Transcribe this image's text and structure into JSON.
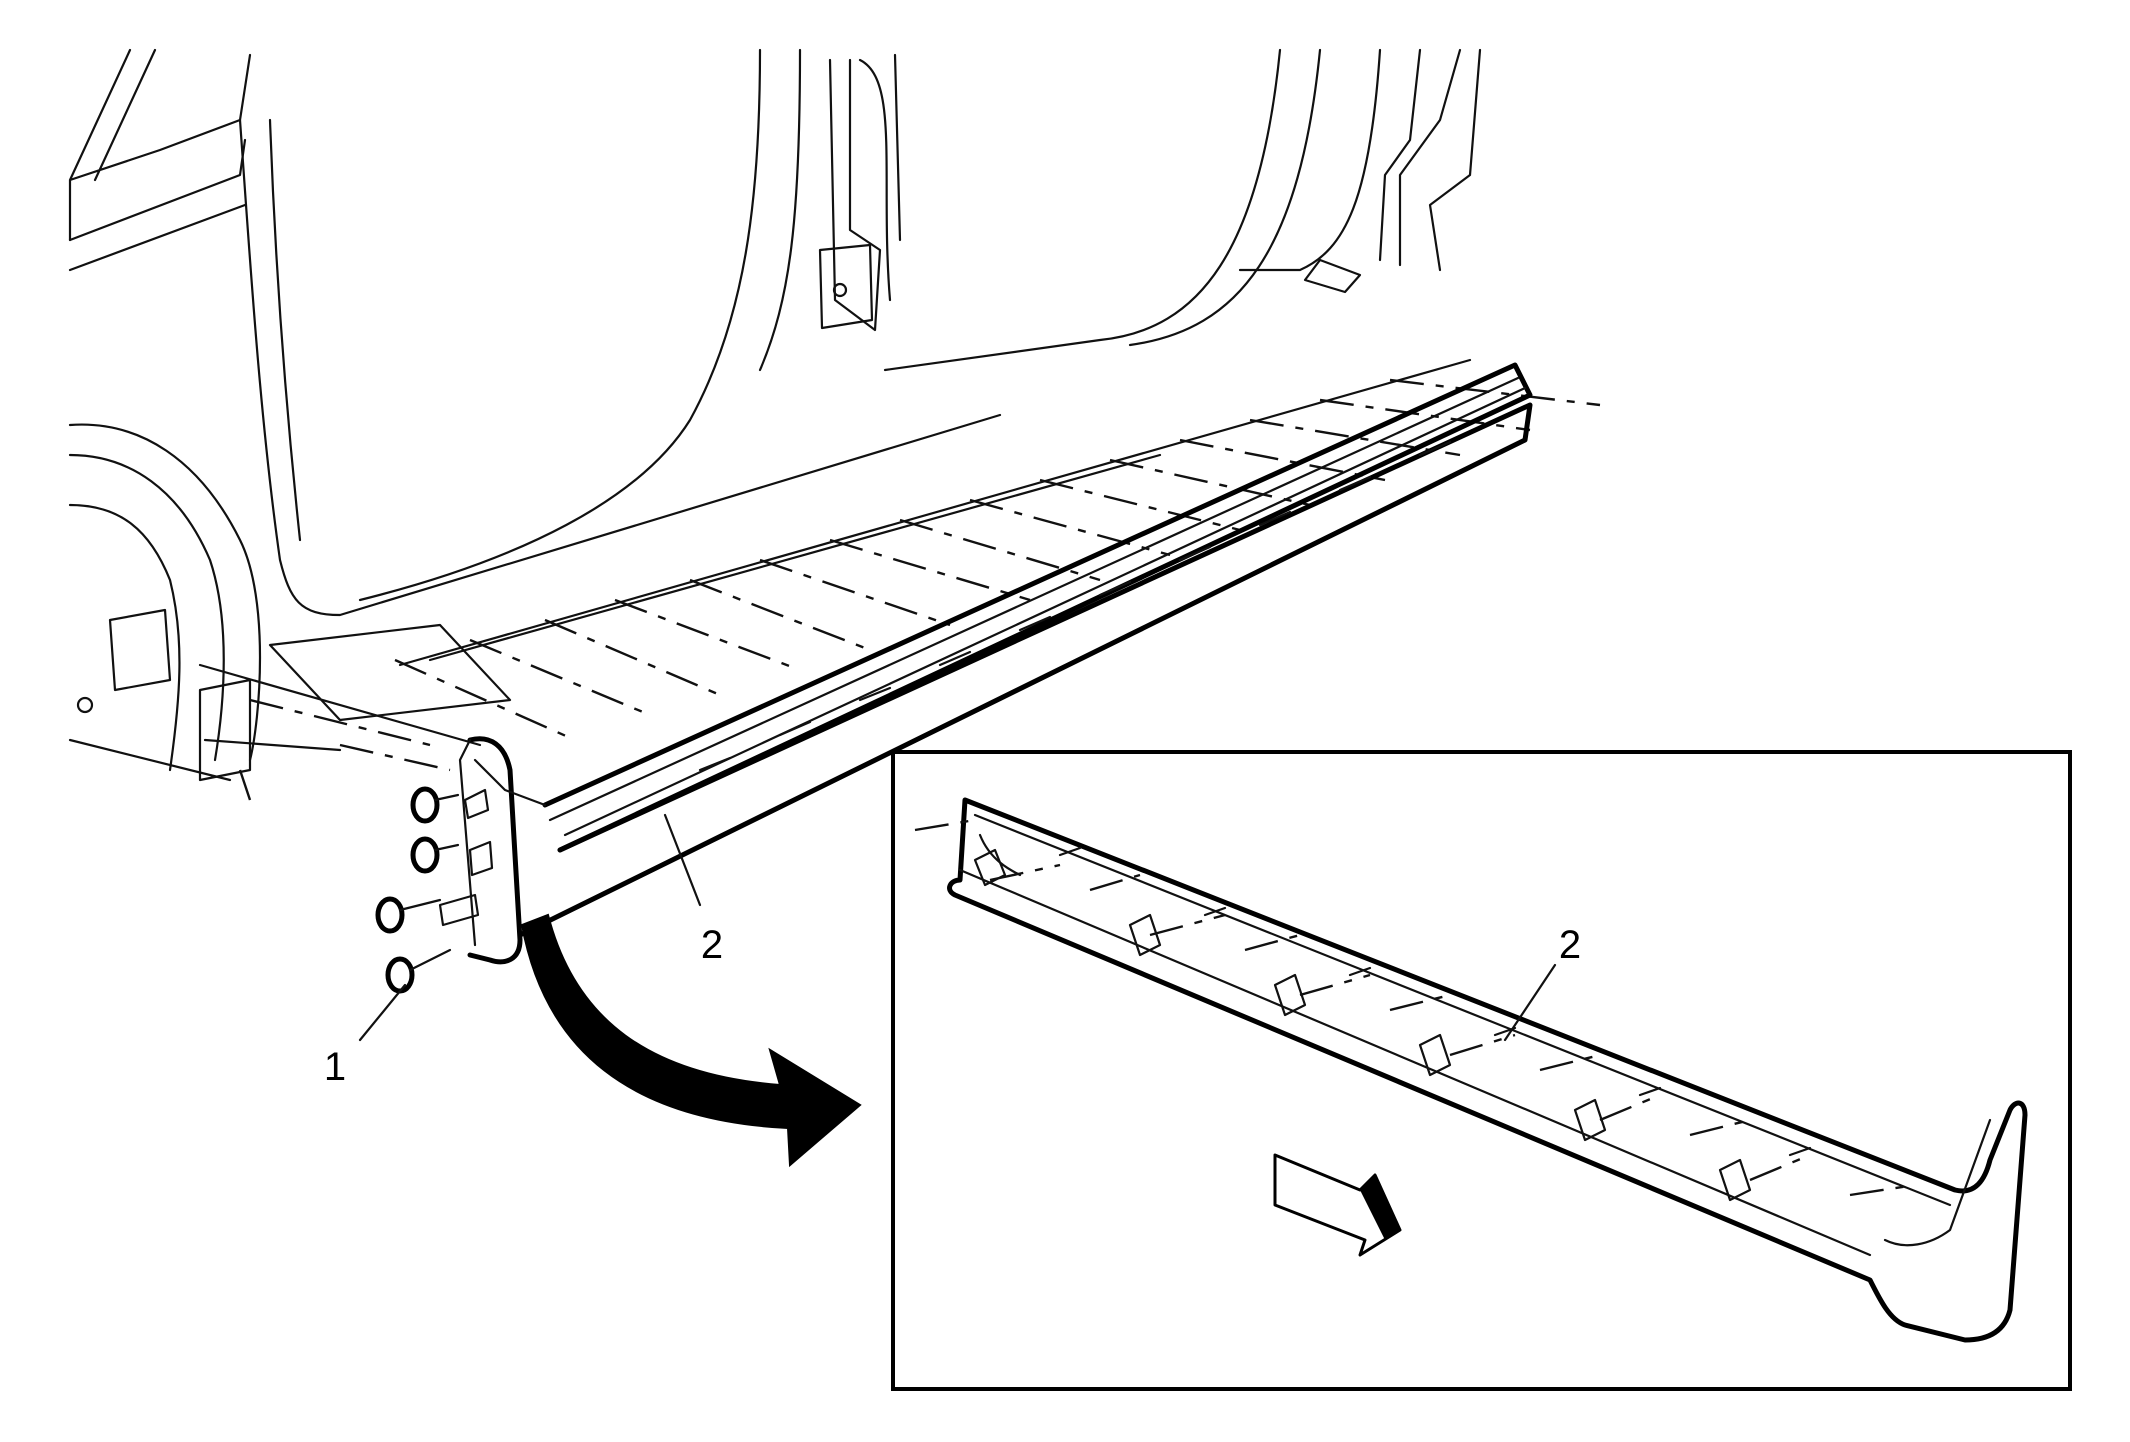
{
  "callouts": {
    "fastener": "1",
    "rocker_panel_main": "2",
    "rocker_panel_inset": "2"
  }
}
